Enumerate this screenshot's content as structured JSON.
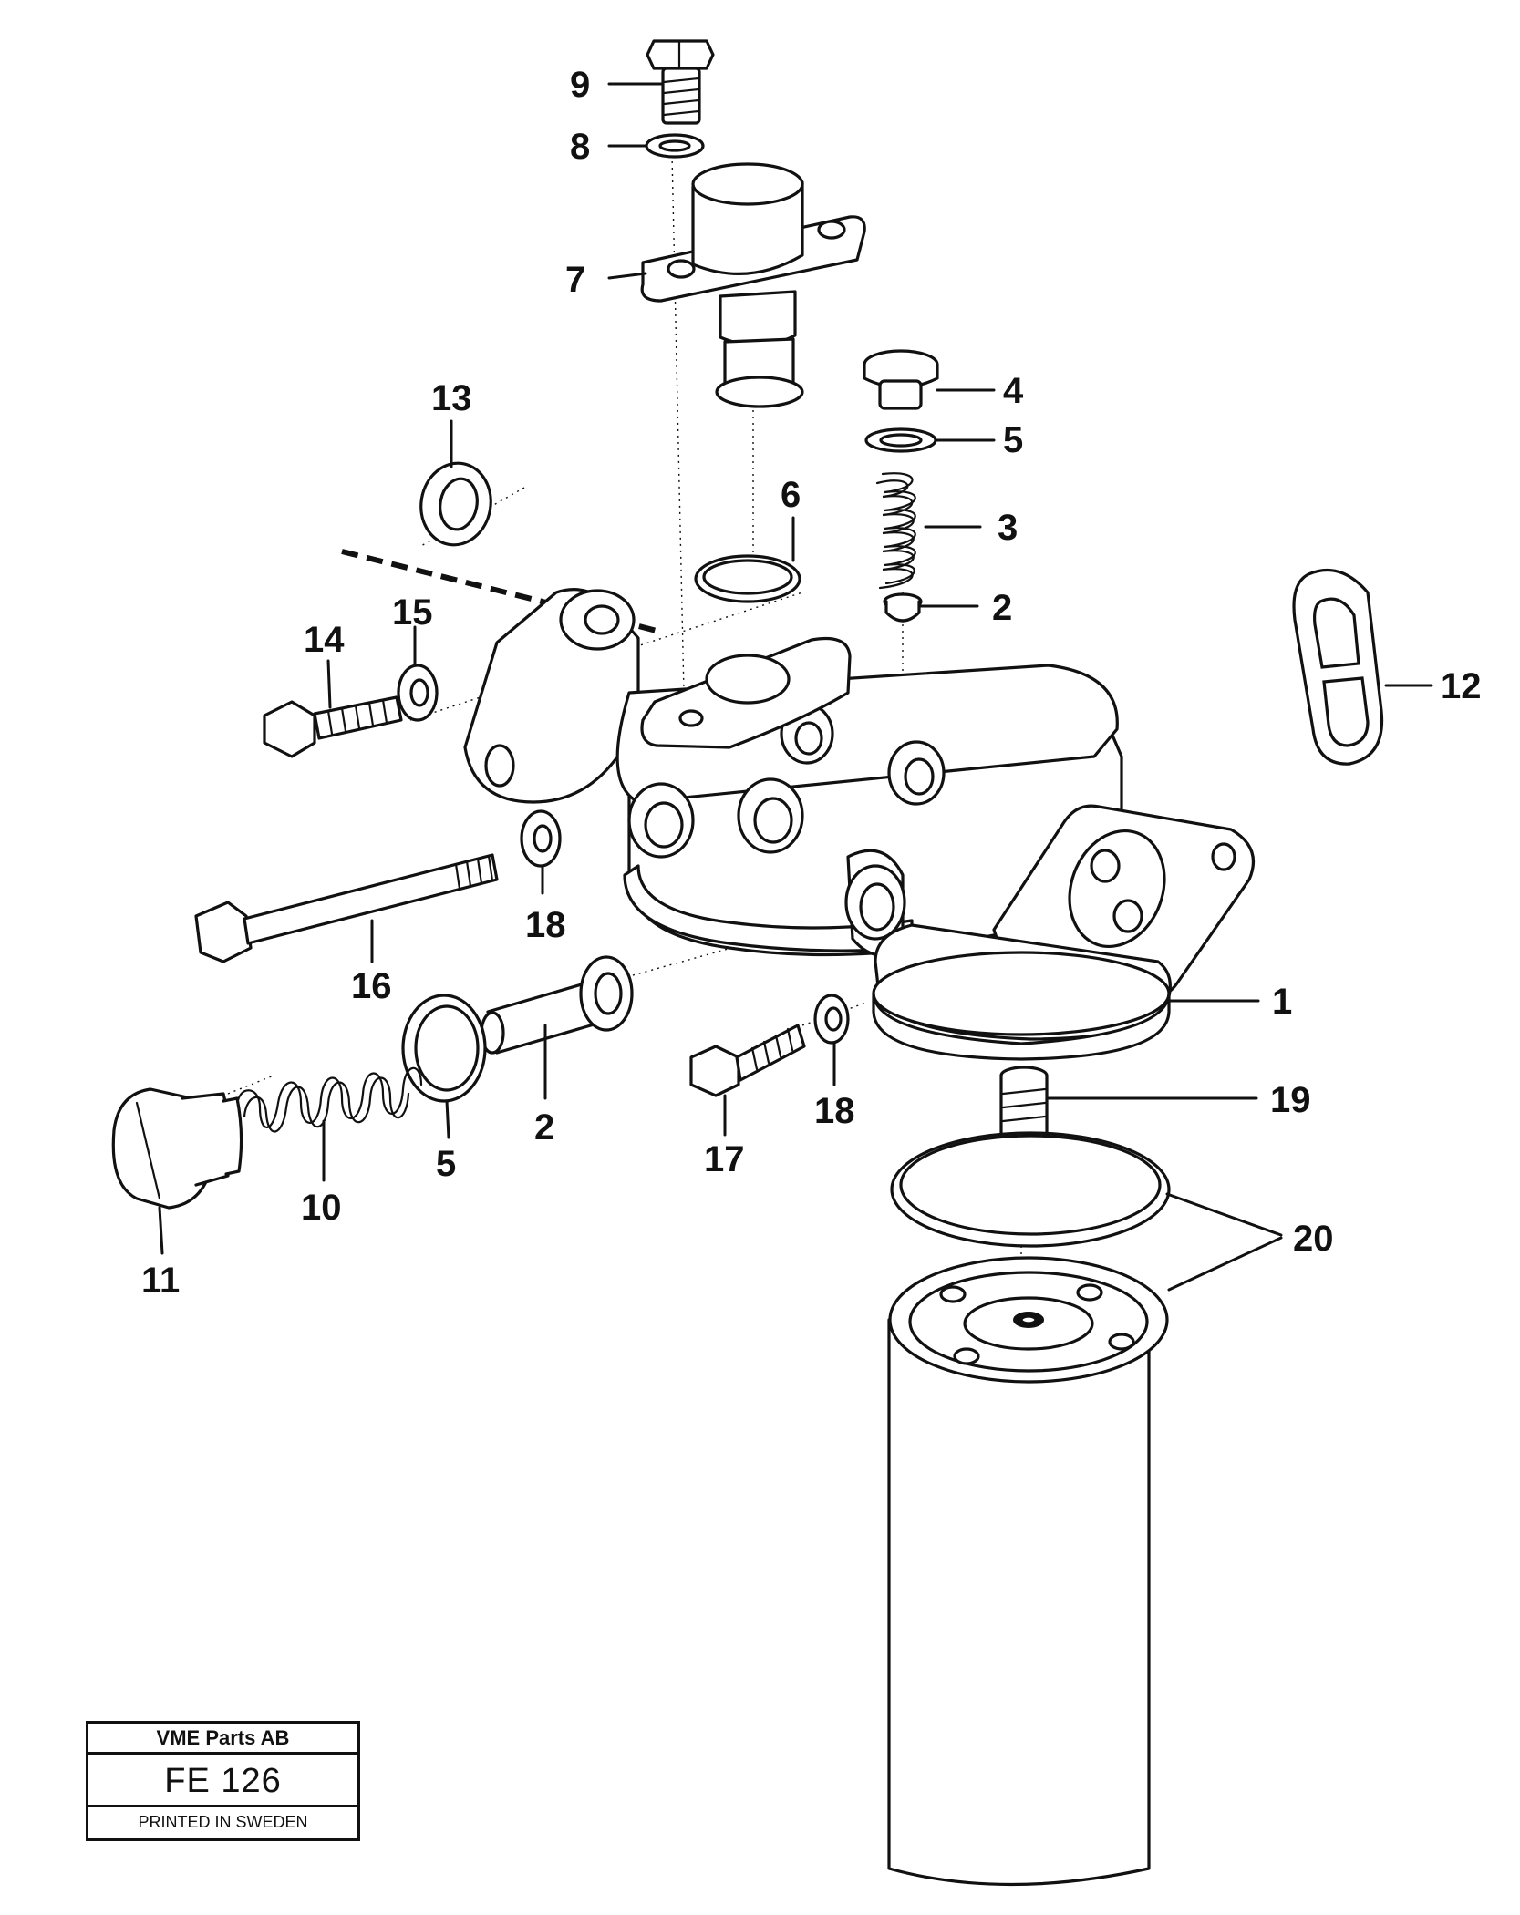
{
  "callouts": {
    "c1": "1",
    "c2a": "2",
    "c2b": "2",
    "c3": "3",
    "c4": "4",
    "c5a": "5",
    "c5b": "5",
    "c6": "6",
    "c7": "7",
    "c8": "8",
    "c9": "9",
    "c10": "10",
    "c11": "11",
    "c12": "12",
    "c13": "13",
    "c14": "14",
    "c15": "15",
    "c16": "16",
    "c17": "17",
    "c18a": "18",
    "c18b": "18",
    "c19": "19",
    "c20": "20"
  },
  "title_block": {
    "company": "VME Parts AB",
    "code": "FE 126",
    "printed": "PRINTED IN SWEDEN"
  }
}
